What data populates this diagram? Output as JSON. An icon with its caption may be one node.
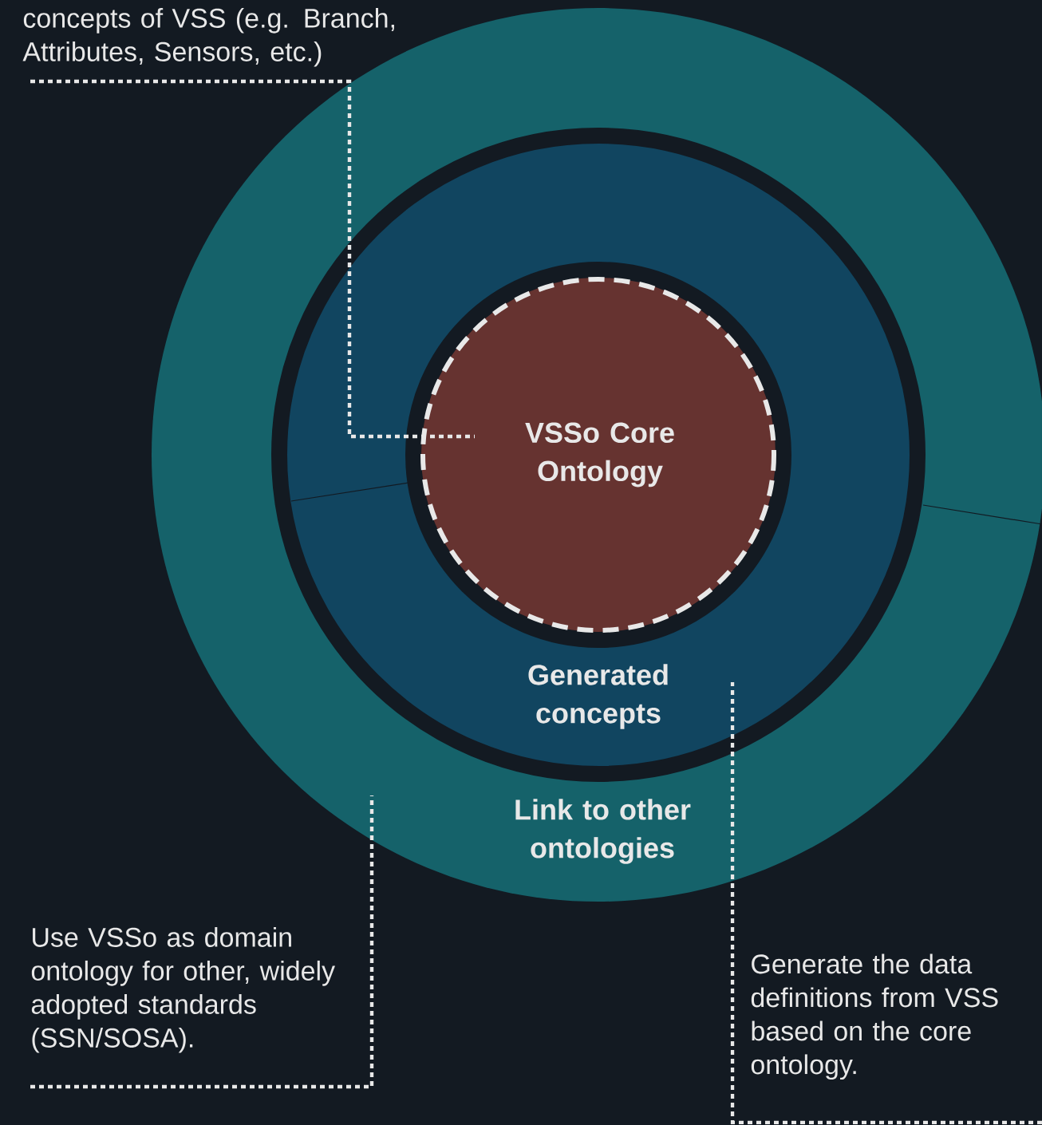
{
  "diagram": {
    "nodes": [
      {
        "text": [
          "Link to other ontologies"
        ]
      },
      {
        "text": [
          "Generated concepts"
        ],
        "in": 0
      },
      {
        "text": [
          "VSSo Core Ontology"
        ],
        "in": 1
      },
      {
        "text": [
          "concepts of VSS (e.g. Branch, Attributes, Sensors, etc.)"
        ]
      },
      {
        "text": [
          "Use VSSo as domain ontology for other, widely adopted standards (SSN/SOSA)."
        ]
      },
      {
        "text": [
          "Generate the data definitions from VSS based on the core ontology."
        ]
      }
    ],
    "edges": [
      {
        "from": 3,
        "to": 2,
        "arrow": "none"
      },
      {
        "from": 4,
        "to": 0,
        "arrow": "none"
      },
      {
        "from": 5,
        "to": 1,
        "arrow": "none"
      }
    ]
  }
}
